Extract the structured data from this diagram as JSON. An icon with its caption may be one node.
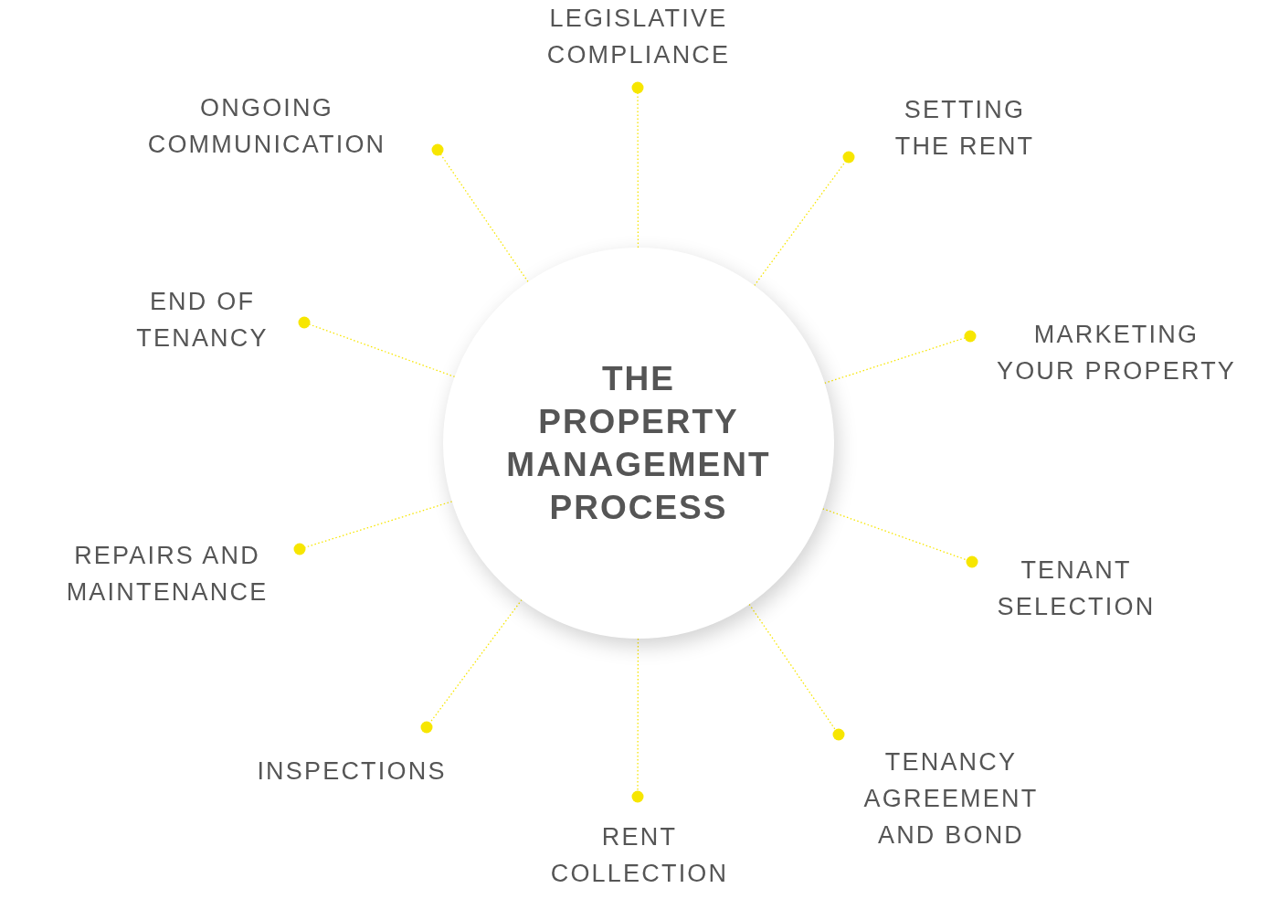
{
  "diagram": {
    "nodes": [
      {
        "text": [
          "THE PROPERTY MANAGEMENT PROCESS"
        ]
      },
      {
        "text": [
          "LEGISLATIVE COMPLIANCE"
        ]
      },
      {
        "text": [
          "SETTING THE RENT"
        ]
      },
      {
        "text": [
          "MARKETING YOUR PROPERTY"
        ]
      },
      {
        "text": [
          "TENANT SELECTION"
        ]
      },
      {
        "text": [
          "TENANCY AGREEMENT AND BOND"
        ]
      },
      {
        "text": [
          "RENT COLLECTION"
        ]
      },
      {
        "text": [
          "INSPECTIONS"
        ]
      },
      {
        "text": [
          "REPAIRS AND MAINTENANCE"
        ]
      },
      {
        "text": [
          "END OF TENANCY"
        ]
      },
      {
        "text": [
          "ONGOING COMMUNICATION"
        ]
      }
    ],
    "edges": [
      {
        "from": 0,
        "to": 1,
        "arrow": "other"
      },
      {
        "from": 0,
        "to": 2,
        "arrow": "other"
      },
      {
        "from": 0,
        "to": 3,
        "arrow": "other"
      },
      {
        "from": 0,
        "to": 4,
        "arrow": "other"
      },
      {
        "from": 0,
        "to": 5,
        "arrow": "other"
      },
      {
        "from": 0,
        "to": 6,
        "arrow": "other"
      },
      {
        "from": 0,
        "to": 7,
        "arrow": "other"
      },
      {
        "from": 0,
        "to": 8,
        "arrow": "other"
      },
      {
        "from": 0,
        "to": 9,
        "arrow": "other"
      },
      {
        "from": 0,
        "to": 10,
        "arrow": "other"
      }
    ]
  }
}
